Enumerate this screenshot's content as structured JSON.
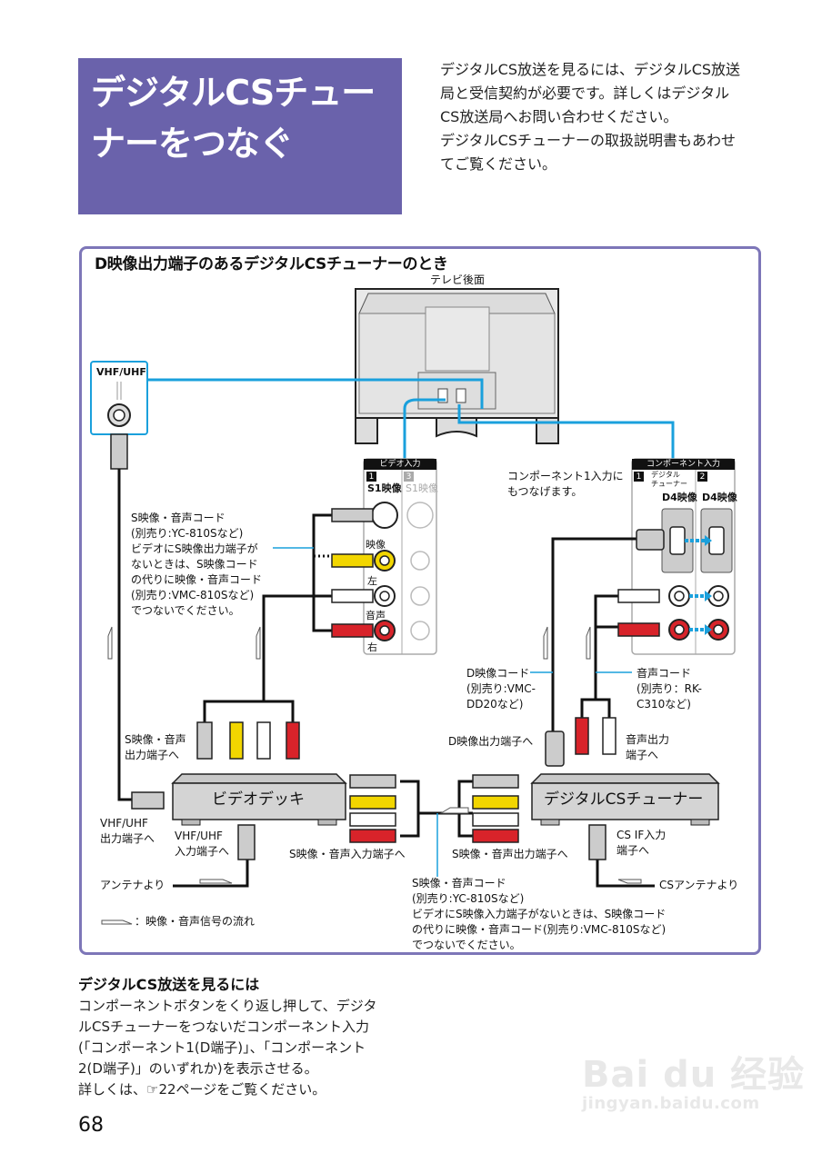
{
  "header": {
    "title_line1": "デジタルCSチュー",
    "title_line2": "ナーをつなぐ",
    "intro": [
      "デジタルCS放送を見るには、デジタルCS放送",
      "局と受信契約が必要です。詳しくはデジタル",
      "CS放送局へお問い合わせください。",
      "デジタルCSチューナーの取扱説明書もあわせ",
      "てご覧ください。"
    ]
  },
  "diagram": {
    "title": "D映像出力端子のあるデジタルCSチューナーのとき",
    "tv_rear_label": "テレビ後面",
    "vhf_uhf_label": "VHF/UHF",
    "video_input": {
      "header": "ビデオ入力",
      "col1_num": "1",
      "col3_num": "3",
      "s1_label": "S1映像",
      "s1_label_3": "S1映像",
      "video_label": "映像",
      "left_label": "左",
      "audio_label": "音声",
      "right_label": "右"
    },
    "component_input": {
      "header": "コンポーネント入力",
      "col1_num": "1",
      "col2_num": "2",
      "col1_sub_line1": "デジタル",
      "col1_sub_line2": "チューナー",
      "d4_label_1": "D4映像",
      "d4_label_2": "D4映像"
    },
    "component_note": [
      "コンポーネント1入力に",
      "もつなげます。"
    ],
    "s_video_cord_left": {
      "line1": "S映像・音声コード",
      "line2": "(別売り:YC-810Sなど)",
      "note": [
        "ビデオにS映像出力端子が",
        "ないときは、S映像コード",
        "の代りに映像・音声コード",
        "(別売り:VMC-810Sなど)",
        "でつないでください。"
      ]
    },
    "d_video_cord": [
      "D映像コード",
      "(別売り:VMC-",
      "DD20など)"
    ],
    "audio_cord": [
      "音声コード",
      "(別売り：RK-",
      "C310など)"
    ],
    "d_out_label": "D映像出力端子へ",
    "audio_out_label": [
      "音声出力",
      "端子へ"
    ],
    "s_av_out_vcr": [
      "S映像・音声",
      "出力端子へ"
    ],
    "vcr_label": "ビデオデッキ",
    "tuner_label": "デジタルCSチューナー",
    "vhf_out_label": [
      "VHF/UHF",
      "出力端子へ"
    ],
    "vhf_in_label": [
      "VHF/UHF",
      "入力端子へ"
    ],
    "s_av_in_label": "S映像・音声入力端子へ",
    "s_av_out_tuner_label": "S映像・音声出力端子へ",
    "cs_if_label": [
      "CS IF入力",
      "端子へ"
    ],
    "antenna_from": "アンテナより",
    "cs_antenna_from": "CSアンテナより",
    "s_video_cord_bottom": {
      "line1": "S映像・音声コード",
      "line2": "(別売り:YC-810Sなど)",
      "note": [
        "ビデオにS映像入力端子がないときは、S映像コード",
        "の代りに映像・音声コード(別売り:VMC-810Sなど)",
        "でつないでください。"
      ]
    },
    "legend": "：映像・音声信号の流れ",
    "colors": {
      "frame": "#7d76b8",
      "title_bg": "#6a62ab",
      "signal_line": "#1aa0dc",
      "rca_yellow": "#f2d600",
      "rca_red": "#d8232a",
      "rca_white": "#ffffff",
      "device_grey": "#d4d4d4"
    }
  },
  "section": {
    "heading": "デジタルCS放送を見るには",
    "body": [
      "コンポーネントボタンをくり返し押して、デジタ",
      "ルCSチューナーをつないだコンポーネント入力",
      "(「コンポーネント1(D端子)」、「コンポーネント",
      "2(D端子)」のいずれか)を表示させる。",
      "詳しくは、☞22ページをご覧ください。"
    ]
  },
  "page_number": "68",
  "watermark": {
    "brand": "Bai du 经验",
    "url": "jingyan.baidu.com"
  }
}
